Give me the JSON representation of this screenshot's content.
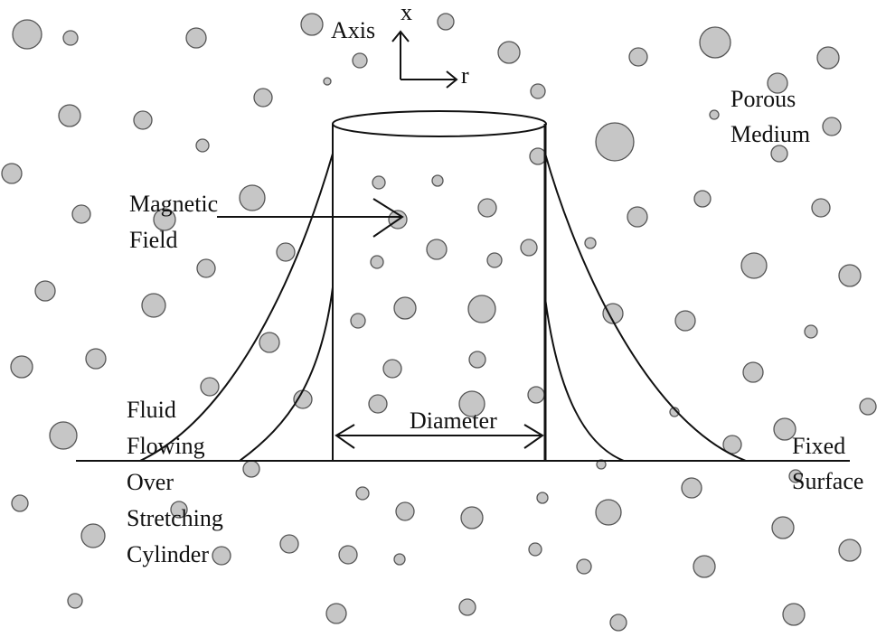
{
  "labels": {
    "axis": "Axis",
    "x": "x",
    "r": "r",
    "porous": [
      "Porous",
      "Medium"
    ],
    "magnetic": [
      "Magnetic",
      "Field"
    ],
    "fluid": [
      "Fluid",
      "Flowing",
      "Over",
      "Stretching",
      "Cylinder"
    ],
    "diameter": "Diameter",
    "fixed": [
      "Fixed",
      "Surface"
    ]
  },
  "colors": {
    "particle": "#c6c6c6",
    "line": "#111111"
  }
}
